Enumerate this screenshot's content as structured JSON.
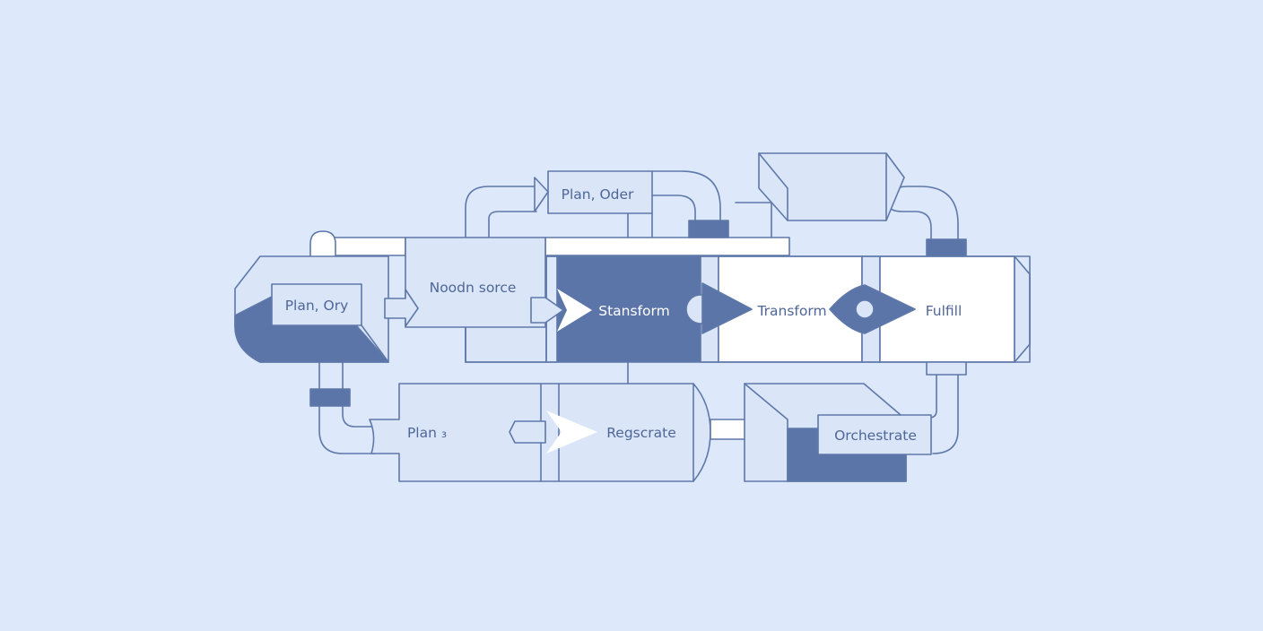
{
  "diagram": {
    "nodes": {
      "plan_ory": "Plan, Ory",
      "plan_oder": "Plan, Oder",
      "noodn_sorce": "Noodn sorce",
      "stansform": "Stansform",
      "transform": "Transform",
      "fulfill": "Fulfill",
      "plan_3": "Plan ₃",
      "regscrate": "Regscrate",
      "orchestrate": "Orchestrate"
    },
    "colors": {
      "background": "#dde9fa",
      "accent": "#5c75a8",
      "stroke": "#5f78aa",
      "label": "#4f6698",
      "panel": "#ffffff"
    }
  }
}
